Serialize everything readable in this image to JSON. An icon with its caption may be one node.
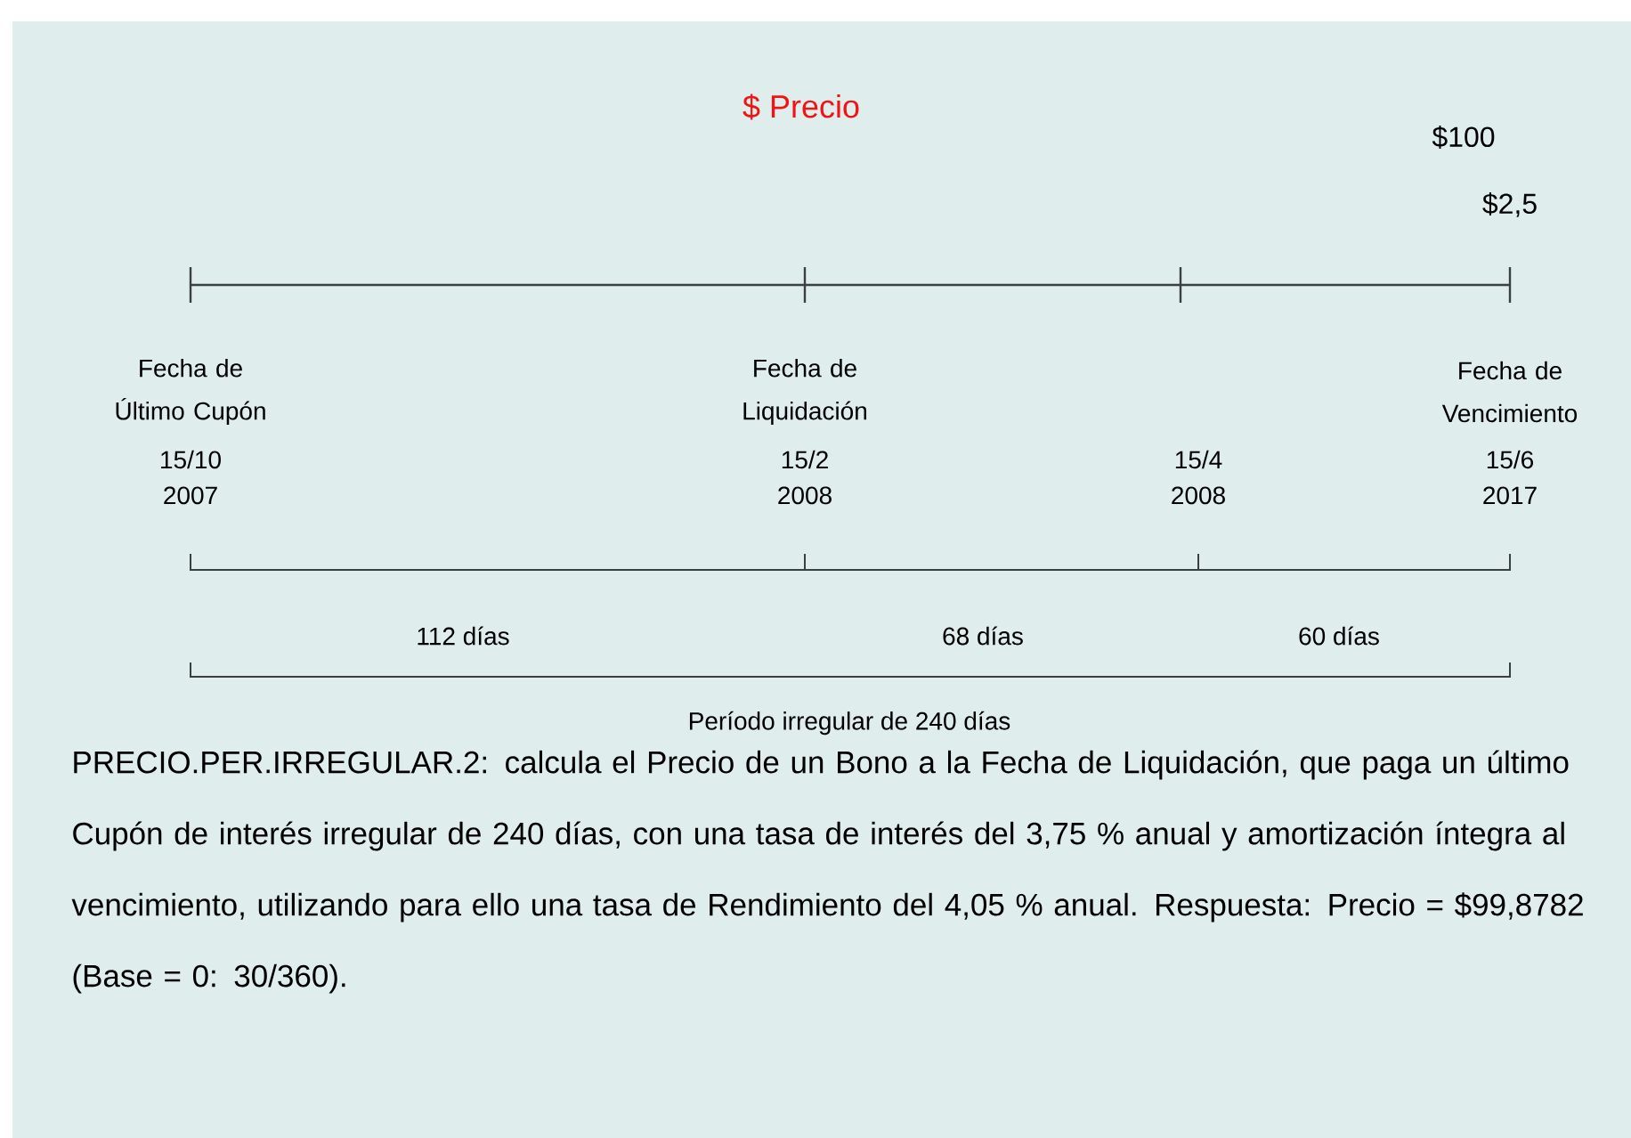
{
  "diagram": {
    "labels": [
      "$ Precio",
      "$100",
      "$2,5",
      "Fecha de Último Cupón",
      "15/10 2007",
      "Fecha de Liquidación",
      "15/2 2008",
      "15/4 2008",
      "Fecha de Vencimiento",
      "15/6 2017",
      "112 días",
      "68 días",
      "60 días",
      "Período irregular de 240 días",
      "PRECIO.PER.IRREGULAR.2: calcula el Precio de un Bono a la Fecha de Liquidación, que paga un último Cupón de interés irregular de 240 días, con una tasa de interés del 3,75 % anual y amortización íntegra al vencimiento, utilizando para ello una tasa de Rendimiento del 4,05 % anual. Respuesta: Precio = $99,8782 (Base = 0: 30/360)."
    ]
  }
}
